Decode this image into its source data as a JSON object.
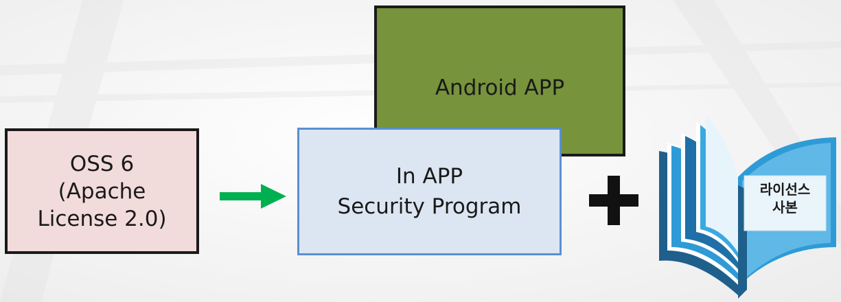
{
  "oss_box": {
    "lines": [
      "OSS 6",
      "(Apache",
      "License 2.0)"
    ]
  },
  "android_box": {
    "label": "Android APP"
  },
  "inapp_box": {
    "lines": [
      "In APP",
      "Security Program"
    ]
  },
  "license_book": {
    "lines": [
      "라이선스",
      "사본"
    ]
  },
  "colors": {
    "oss_fill": "#f2dbdb",
    "android_fill": "#77933c",
    "inapp_fill": "#dce6f2",
    "inapp_border": "#5b8fd0",
    "arrow": "#00b050",
    "plus": "#111111",
    "book_blue": "#2e9bd6",
    "book_dark": "#1f5f8b"
  },
  "icons": [
    "right-arrow-icon",
    "plus-icon",
    "open-book-icon"
  ]
}
